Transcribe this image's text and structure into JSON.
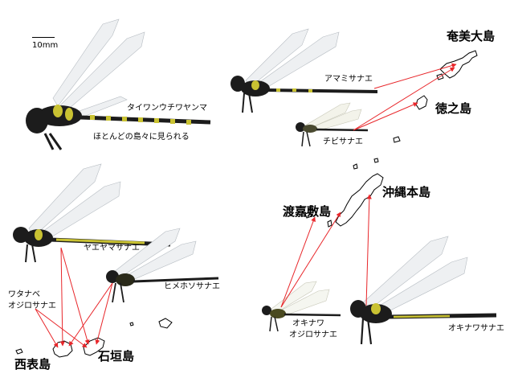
{
  "scale_bar": {
    "label": "10mm"
  },
  "species": [
    {
      "id": "taiwan",
      "name": "タイワンウチワヤンマ",
      "note": "ほとんどの島々に見られる"
    },
    {
      "id": "amami",
      "name": "アマミサナエ"
    },
    {
      "id": "chibi",
      "name": "チビサナエ"
    },
    {
      "id": "yaeyama",
      "name": "ヤエヤマサナエ"
    },
    {
      "id": "himehoso",
      "name": "ヒメホソサナエ"
    },
    {
      "id": "watanabe",
      "name_line1": "ワタナベ",
      "name_line2": "オジロサナエ"
    },
    {
      "id": "okinawa_ojiro",
      "name_line1": "オキナワ",
      "name_line2": "オジロサナエ"
    },
    {
      "id": "okinawa",
      "name": "オキナワサナエ"
    }
  ],
  "islands": {
    "amami": "奄美大島",
    "tokuno": "徳之島",
    "okinawa": "沖縄本島",
    "tokashiki": "渡嘉敷島",
    "iriomote": "西表島",
    "ishigaki": "石垣島"
  },
  "colors": {
    "arrow": "#e8262a",
    "body_dark": "#1c1c1c",
    "body_yellow": "#c9c232",
    "wing": "#eef0f2"
  }
}
